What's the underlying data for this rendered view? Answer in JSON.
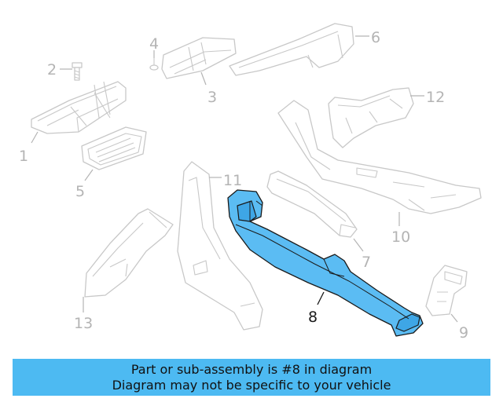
{
  "highlighted_part": "8",
  "colors": {
    "highlight": "#5bbcf3",
    "banner": "#4dbaf2",
    "part_outline": "#c8c8c8"
  },
  "callouts": {
    "c1": "1",
    "c2": "2",
    "c3": "3",
    "c4": "4",
    "c5": "5",
    "c6": "6",
    "c7": "7",
    "c8": "8",
    "c9": "9",
    "c10": "10",
    "c11": "11",
    "c12": "12",
    "c13": "13"
  },
  "banner": {
    "line1": "Part or sub-assembly is #8 in diagram",
    "line2": "Diagram may not be specific to your vehicle"
  }
}
